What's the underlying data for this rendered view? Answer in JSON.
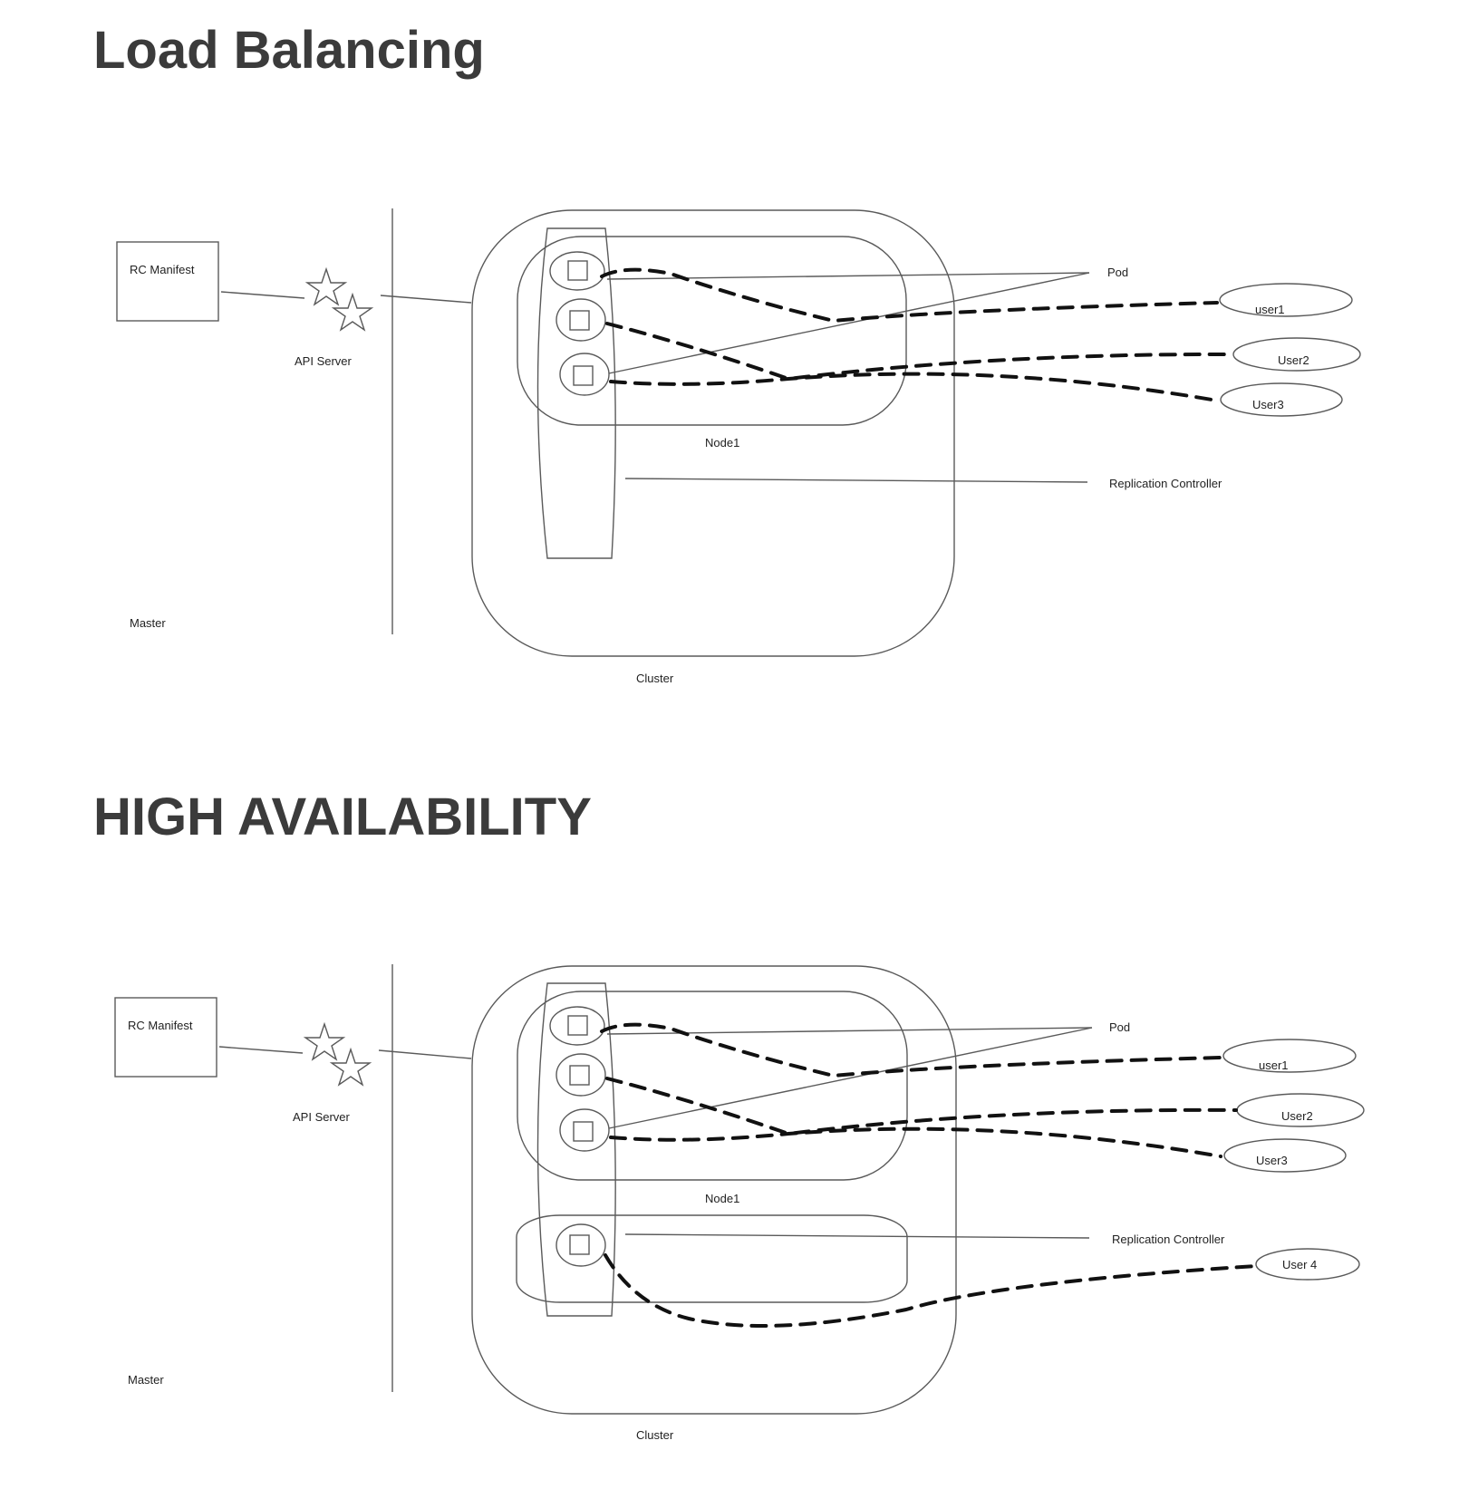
{
  "sections": [
    {
      "title": "Load Balancing",
      "diagram": {
        "rc_manifest": "RC Manifest",
        "api_server": "API Server",
        "master": "Master",
        "cluster": "Cluster",
        "node": "Node1",
        "pod": "Pod",
        "replication_controller": "Replication Controller",
        "users": [
          "user1",
          "User2",
          "User3"
        ]
      }
    },
    {
      "title": "HIGH AVAILABILITY",
      "diagram": {
        "rc_manifest": "RC Manifest",
        "api_server": "API Server",
        "master": "Master",
        "cluster": "Cluster",
        "node": "Node1",
        "pod": "Pod",
        "replication_controller": "Replication Controller",
        "users": [
          "user1",
          "User2",
          "User3",
          "User 4"
        ]
      }
    }
  ],
  "colors": {
    "title": "#3b3b3b",
    "outline": "#5a5a5a",
    "traffic": "#111111"
  },
  "icons": [
    "star-icon"
  ]
}
